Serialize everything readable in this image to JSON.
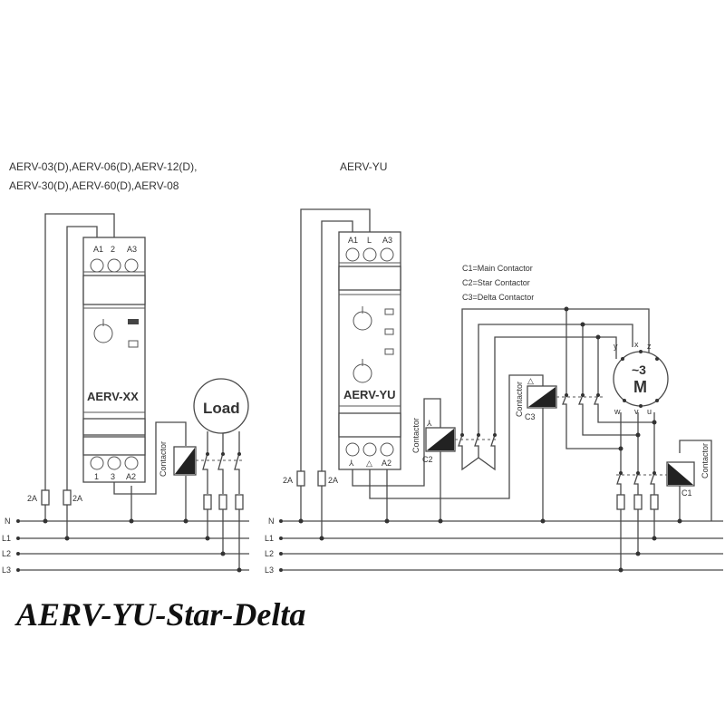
{
  "left_device": {
    "models_line1": "AERV-03(D),AERV-06(D),AERV-12(D),",
    "models_line2": "AERV-30(D),AERV-60(D),AERV-08",
    "top_terminals": [
      "A1",
      "2",
      "A3"
    ],
    "bottom_terminals": [
      "1",
      "3",
      "A2"
    ],
    "label": "AERV-XX",
    "fuse_labels": [
      "2A",
      "2A"
    ],
    "contactor_label": "Contactor",
    "load_label": "Load"
  },
  "right_device": {
    "title": "AERV-YU",
    "top_terminals": [
      "A1",
      "L",
      "A3"
    ],
    "bottom_terminals": [
      "⅄",
      "△",
      "A2"
    ],
    "label": "AERV-YU",
    "fuse_labels": [
      "2A",
      "2A"
    ],
    "legend": [
      "C1=Main Contactor",
      "C2=Star Contactor",
      "C3=Delta Contactor"
    ],
    "contactor_labels": [
      "Contactor",
      "Contactor",
      "Contactor"
    ],
    "contactor_ids": [
      "C1",
      "C2",
      "C3"
    ],
    "contactor_symbols": [
      "⅄",
      "△"
    ],
    "motor_top": "~3",
    "motor_main": "M",
    "motor_terminals_top": [
      "y",
      "x",
      "z"
    ],
    "motor_terminals_bottom": [
      "w",
      "v",
      "u"
    ]
  },
  "lines": [
    "N",
    "L1",
    "L2",
    "L3"
  ],
  "caption": "AERV-YU-Star-Delta"
}
